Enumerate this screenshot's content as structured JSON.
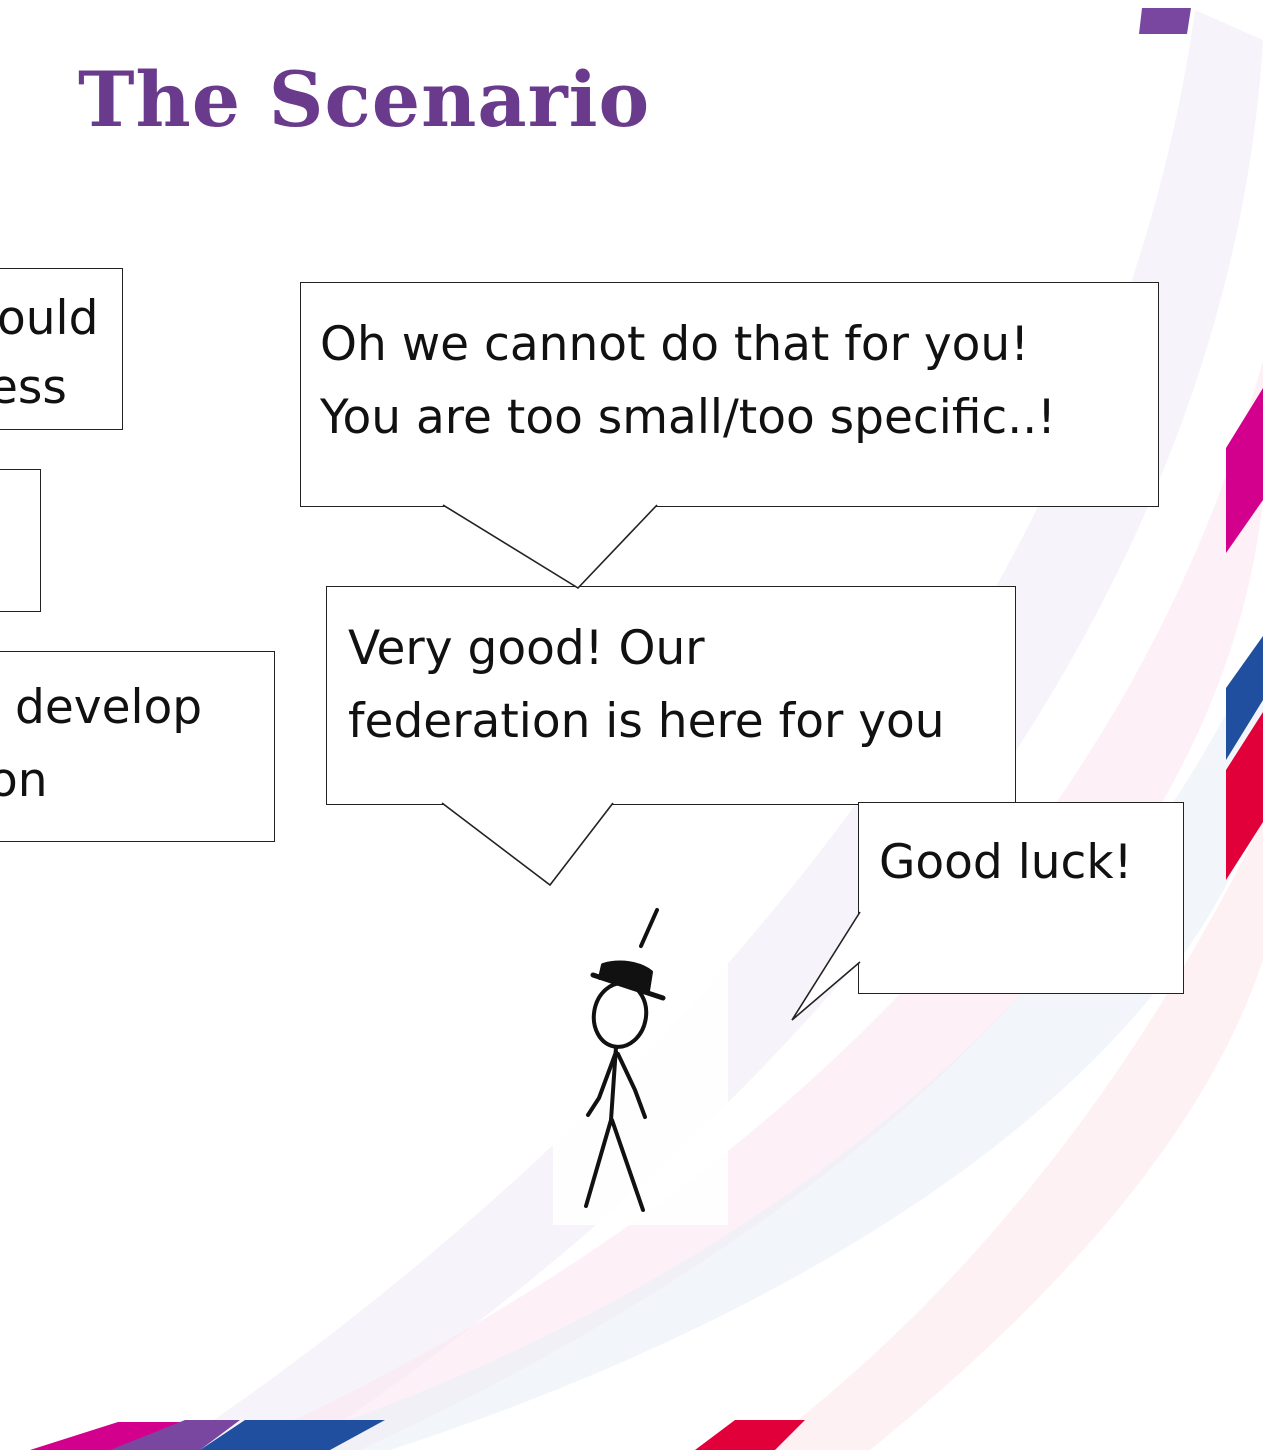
{
  "slide": {
    "title": "The Scenario",
    "colors": {
      "title": "#6a3b8c",
      "accent_purple": "#7a47a0",
      "accent_magenta": "#d2008c",
      "accent_blue": "#1f4f9e",
      "accent_red": "#e2003a"
    }
  },
  "bubbles": {
    "left_1": [
      "ould",
      "ess"
    ],
    "left_2": [],
    "left_3": [
      "develop",
      "on"
    ],
    "top": [
      "Oh we cannot do that for you!",
      "You are too small/too specific..!"
    ],
    "middle": [
      "Very good! Our",
      "federation is here for you"
    ],
    "right": [
      "Good luck!"
    ]
  },
  "figure": {
    "icon": "stick-figure-with-hat-icon"
  }
}
